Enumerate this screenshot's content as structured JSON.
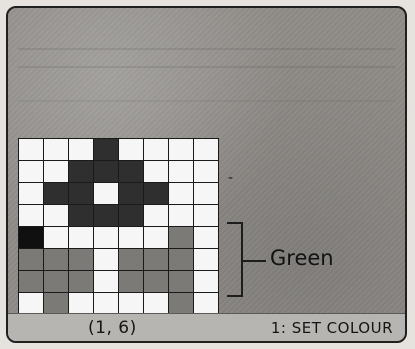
{
  "screen": {
    "coordinate_display": "(1, 6)",
    "mode_label": "1: SET COLOUR",
    "selected_color_label": "Green"
  },
  "pixel_grid": {
    "rows": [
      [
        "white",
        "white",
        "white",
        "dark",
        "white",
        "white",
        "white",
        "white"
      ],
      [
        "white",
        "white",
        "dark",
        "dark",
        "dark",
        "white",
        "white",
        "white"
      ],
      [
        "white",
        "dark",
        "dark",
        "white",
        "dark",
        "dark",
        "white",
        "white"
      ],
      [
        "white",
        "white",
        "dark",
        "dark",
        "dark",
        "white",
        "white",
        "white"
      ],
      [
        "black",
        "white",
        "white",
        "white",
        "white",
        "white",
        "green",
        "white"
      ],
      [
        "green",
        "green",
        "green",
        "white",
        "green",
        "green",
        "green",
        "white"
      ],
      [
        "green",
        "green",
        "green",
        "white",
        "green",
        "green",
        "green",
        "white"
      ],
      [
        "white",
        "green",
        "white",
        "white",
        "white",
        "white",
        "green",
        "white"
      ]
    ],
    "colors": {
      "white": "#f6f6f6",
      "green": "#7b7a77",
      "dark": "#2f2f2f",
      "black": "#101010"
    }
  }
}
